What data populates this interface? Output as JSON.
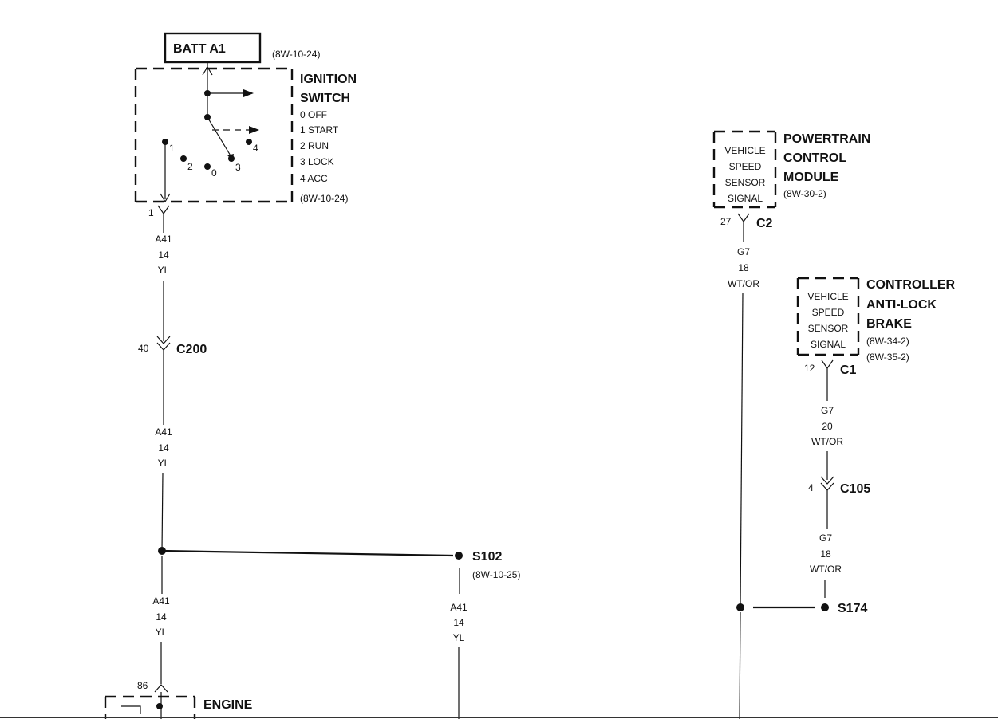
{
  "batt": {
    "label": "BATT A1",
    "ref": "(8W-10-24)"
  },
  "ignition": {
    "title1": "IGNITION",
    "title2": "SWITCH",
    "positions": [
      "0 OFF",
      "1 START",
      "2 RUN",
      "3 LOCK",
      "4 ACC"
    ],
    "ref": "(8W-10-24)",
    "contact_numbers": [
      "1",
      "2",
      "0",
      "3",
      "4"
    ],
    "pin": "1"
  },
  "wire_a41": {
    "circuit": "A41",
    "gauge": "14",
    "color": "YL"
  },
  "c200": {
    "pin": "40",
    "name": "C200"
  },
  "s102": {
    "name": "S102",
    "ref": "(8W-10-25)"
  },
  "engine": {
    "pin": "86",
    "title": "ENGINE"
  },
  "pcm": {
    "title1": "POWERTRAIN",
    "title2": "CONTROL",
    "title3": "MODULE",
    "ref": "(8W-30-2)",
    "inner": [
      "VEHICLE",
      "SPEED",
      "SENSOR",
      "SIGNAL"
    ],
    "pin": "27",
    "connector": "C2"
  },
  "wire_pcm": {
    "circuit": "G7",
    "gauge": "18",
    "color": "WT/OR"
  },
  "cab": {
    "title1": "CONTROLLER",
    "title2": "ANTI-LOCK",
    "title3": "BRAKE",
    "ref1": "(8W-34-2)",
    "ref2": "(8W-35-2)",
    "inner": [
      "VEHICLE",
      "SPEED",
      "SENSOR",
      "SIGNAL"
    ],
    "pin": "12",
    "connector": "C1"
  },
  "wire_cab1": {
    "circuit": "G7",
    "gauge": "20",
    "color": "WT/OR"
  },
  "c105": {
    "pin": "4",
    "name": "C105"
  },
  "wire_cab2": {
    "circuit": "G7",
    "gauge": "18",
    "color": "WT/OR"
  },
  "s174": {
    "name": "S174"
  }
}
